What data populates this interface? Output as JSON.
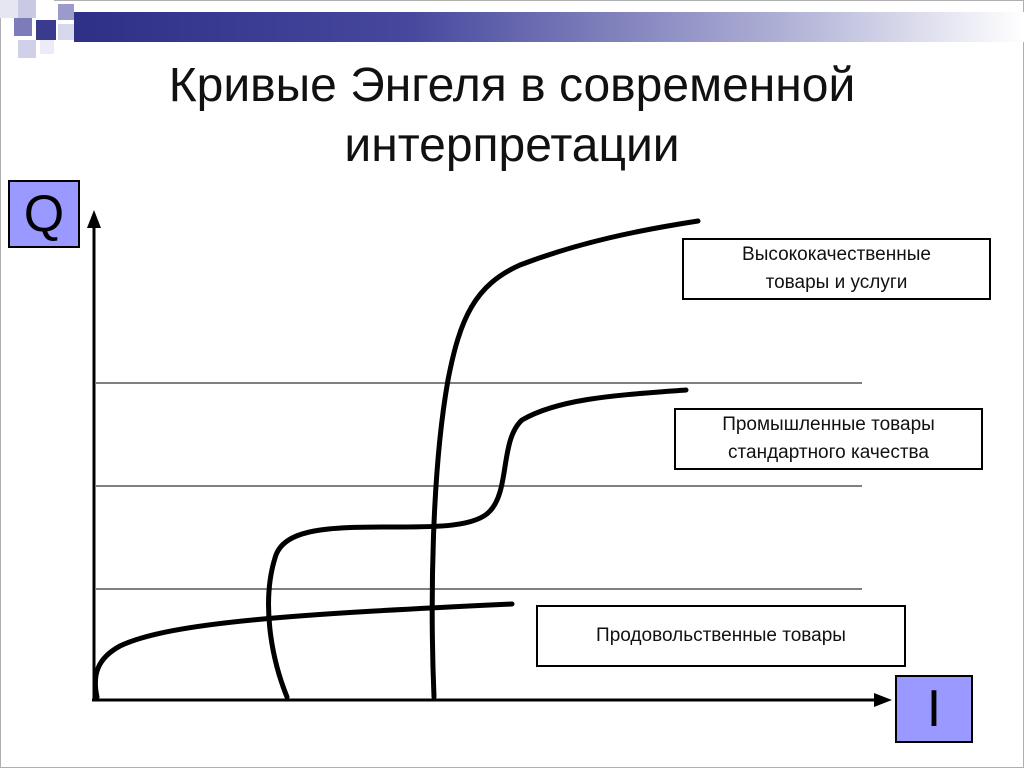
{
  "slide": {
    "title_line1": "Кривые Энгеля в современной",
    "title_line2": "интерпретации"
  },
  "axes": {
    "y_label": "Q",
    "x_label": "I"
  },
  "labels": {
    "high_quality_line1": "Высококачественные",
    "high_quality_line2": "товары и услуги",
    "industrial_line1": "Промышленные товары",
    "industrial_line2": "стандартного качества",
    "food": "Продовольственные товары"
  },
  "colors": {
    "axis_box": "#9999ff",
    "band_dark": "#2e2f87"
  }
}
